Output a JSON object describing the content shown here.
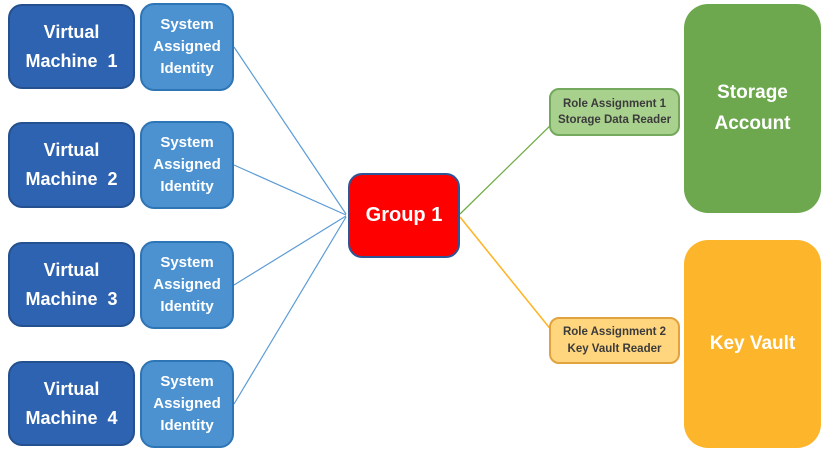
{
  "colors": {
    "background": "#FFFFFF",
    "vm_fill": "#2E63B1",
    "vm_border": "#24508F",
    "sai_fill": "#4D92D0",
    "sai_border": "#2E75B6",
    "group_fill": "#FE0000",
    "group_border": "#2F5597",
    "ra1_fill": "#A9D18E",
    "ra1_border": "#73A85D",
    "ra2_fill": "#FFD57E",
    "ra2_border": "#E2A33E",
    "storage_fill": "#6EA84E",
    "keyvault_fill": "#FDB52B",
    "line_blue": "#5B9BD5",
    "line_green": "#70AD47",
    "line_orange": "#FFB52B",
    "ra_text": "#3B3B3B"
  },
  "vms": [
    {
      "name": "Virtual Machine 1",
      "line1": "Virtual",
      "line2": "Machine  1"
    },
    {
      "name": "Virtual Machine 2",
      "line1": "Virtual",
      "line2": "Machine  2"
    },
    {
      "name": "Virtual Machine 3",
      "line1": "Virtual",
      "line2": "Machine  3"
    },
    {
      "name": "Virtual Machine 4",
      "line1": "Virtual",
      "line2": "Machine  4"
    }
  ],
  "identity": {
    "line1": "System",
    "line2": "Assigned",
    "line3": "Identity"
  },
  "group": {
    "label": "Group 1"
  },
  "role_assignments": [
    {
      "line1": "Role Assignment 1",
      "line2": "Storage Data Reader"
    },
    {
      "line1": "Role Assignment 2",
      "line2": "Key Vault Reader"
    }
  ],
  "storage_account": {
    "line1": "Storage",
    "line2": "Account"
  },
  "key_vault": {
    "label": "Key Vault"
  }
}
